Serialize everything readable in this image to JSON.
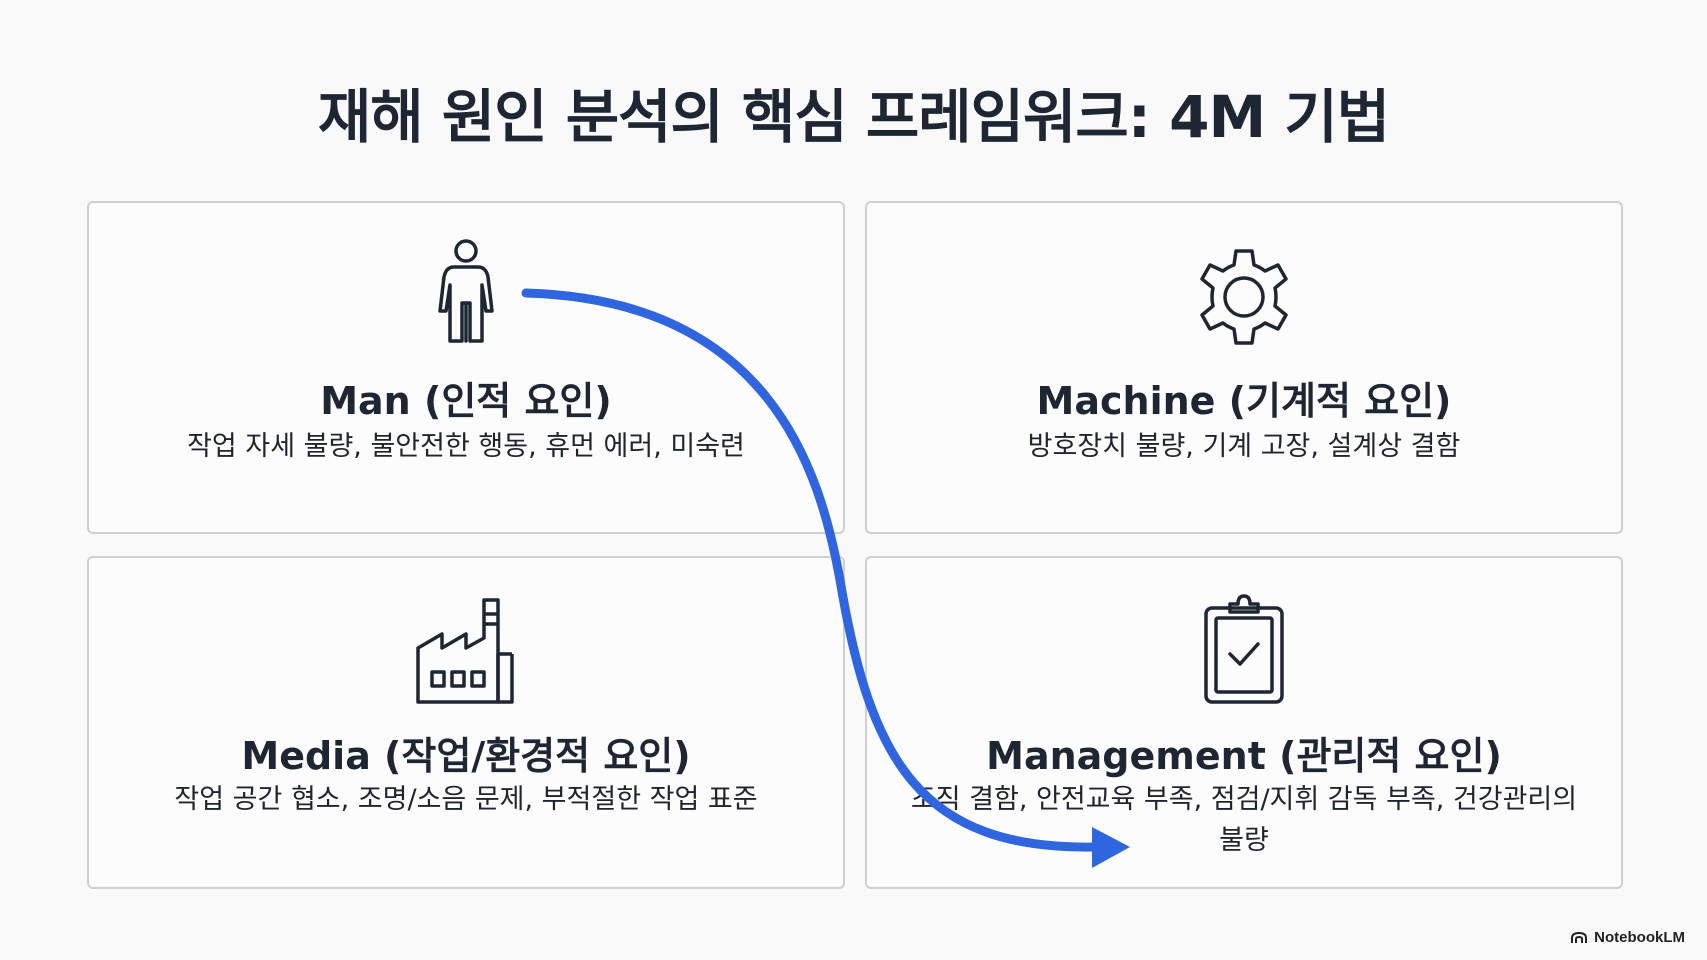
{
  "title": "재해 원인 분석의 핵심 프레임워크: 4M 기법",
  "cards": {
    "man": {
      "icon": "person-icon",
      "title": "Man (인적 요인)",
      "description": "작업 자세 불량, 불안전한 행동, 휴먼 에러, 미숙련"
    },
    "machine": {
      "icon": "gear-icon",
      "title": "Machine (기계적 요인)",
      "description": "방호장치 불량, 기계 고장, 설계상 결함"
    },
    "media": {
      "icon": "factory-icon",
      "title": "Media (작업/환경적 요인)",
      "description": "작업 공간 협소, 조명/소음 문제, 부적절한 작업 표준"
    },
    "management": {
      "icon": "clipboard-check-icon",
      "title": "Management (관리적 요인)",
      "description": "조직 결함, 안전교육 부족, 점검/지휘 감독 부족, 건강관리의 불량"
    }
  },
  "arrow": {
    "color": "#2f66e0",
    "from": "man",
    "to": "management"
  },
  "watermark": "NotebookLM"
}
